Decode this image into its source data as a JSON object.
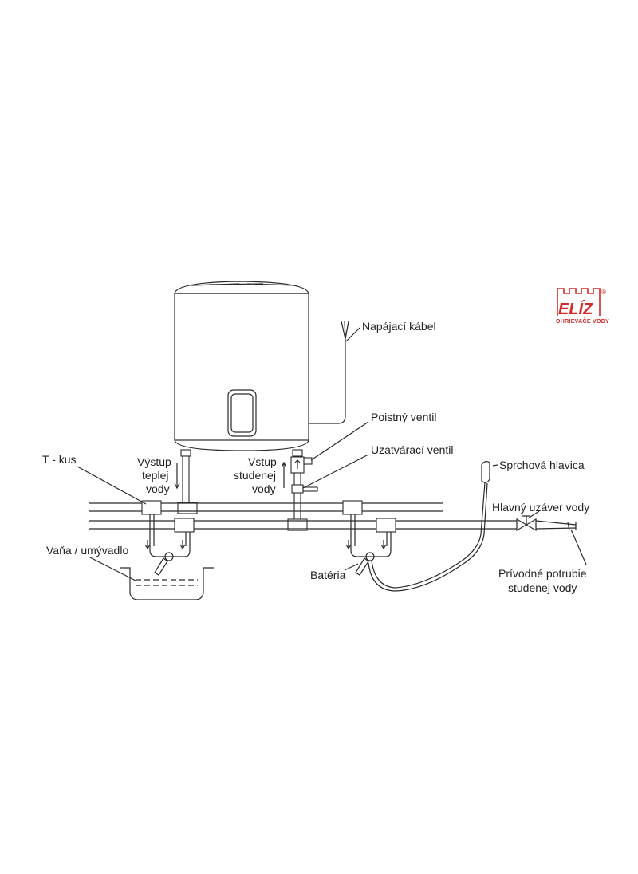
{
  "labels": {
    "power_cable": "Napájací kábel",
    "safety_valve": "Poistný ventil",
    "shutoff_valve": "Uzatvárací ventil",
    "shower_head": "Sprchová hlavica",
    "main_shutoff": "Hlavný uzáver vody",
    "supply_pipe_line1": "Prívodné potrubie",
    "supply_pipe_line2": "studenej vody",
    "tee": "T - kus",
    "hot_outlet_line1": "Výstup",
    "hot_outlet_line2": "teplej",
    "hot_outlet_line3": "vody",
    "cold_inlet_line1": "Vstup",
    "cold_inlet_line2": "studenej",
    "cold_inlet_line3": "vody",
    "basin": "Vaňa / umývadlo",
    "faucet": "Batéria"
  },
  "logo": {
    "name": "ELÍZ",
    "tagline": "OHRIEVAČE VODY",
    "registered": "®",
    "color": "#d42a25"
  },
  "colors": {
    "line": "#2a2a2a",
    "text": "#222222",
    "background": "#ffffff"
  }
}
